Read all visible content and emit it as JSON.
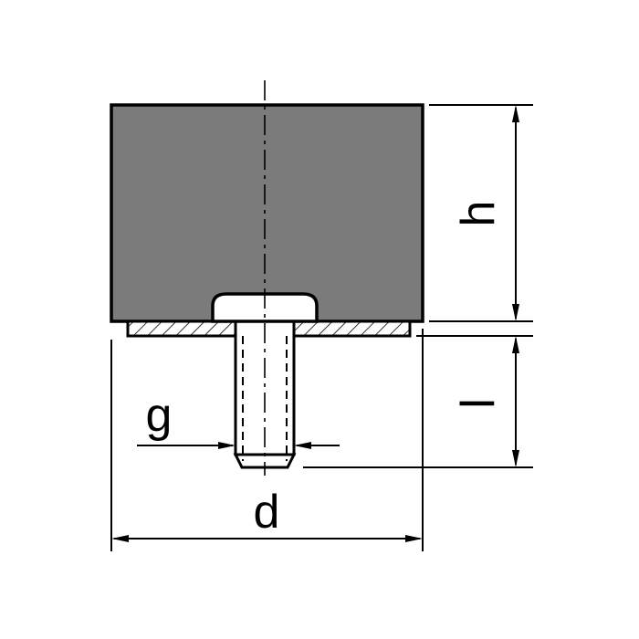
{
  "labels": {
    "height": "h",
    "thread_length": "l",
    "diameter": "d",
    "thread_size": "g"
  },
  "colors": {
    "body_fill": "#7b7b7b",
    "outline": "#000000",
    "background": "#ffffff"
  }
}
